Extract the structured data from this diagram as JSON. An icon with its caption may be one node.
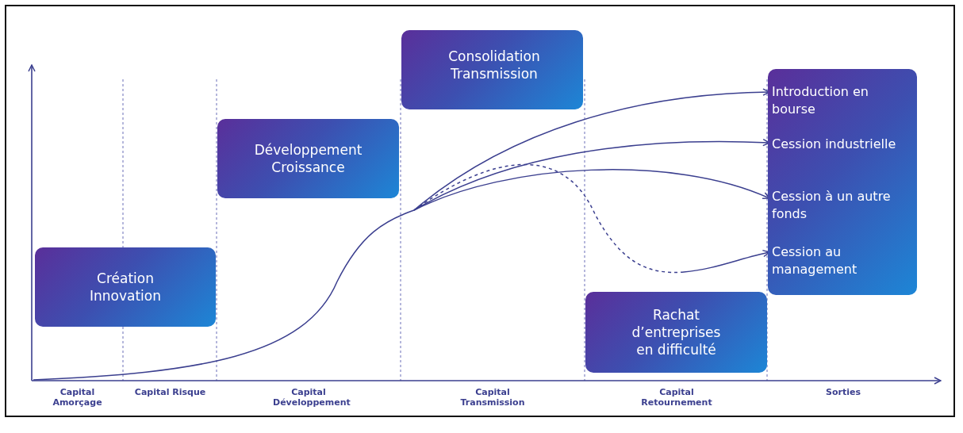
{
  "diagram": {
    "nodes": [
      {
        "text": [
          "Création Innovation"
        ]
      },
      {
        "text": [
          "Développement Croissance"
        ]
      },
      {
        "text": [
          "Consolidation Transmission"
        ]
      },
      {
        "text": [
          "Rachat d’entreprises en difficulté"
        ]
      },
      {
        "text": [],
        "shape": "box"
      },
      {
        "text": [
          "Introduction en bourse"
        ],
        "in": 4
      },
      {
        "text": [
          "Cession industrielle"
        ],
        "in": 4
      },
      {
        "text": [
          "Cession à un autre fonds"
        ],
        "in": 4
      },
      {
        "text": [
          "Cession au management"
        ],
        "in": 4
      }
    ],
    "edges": [
      {
        "from": null,
        "to": 5,
        "arrow": "to"
      },
      {
        "from": null,
        "to": 6,
        "arrow": "to"
      },
      {
        "from": null,
        "to": 7,
        "arrow": "to"
      },
      {
        "from": null,
        "to": 8,
        "arrow": "to",
        "style": "dashed"
      }
    ],
    "labels": [
      "Capital Amorçage",
      "Capital Risque",
      "Capital Développement",
      "Capital Transmission",
      "Capital Retournement",
      "Sorties"
    ]
  }
}
